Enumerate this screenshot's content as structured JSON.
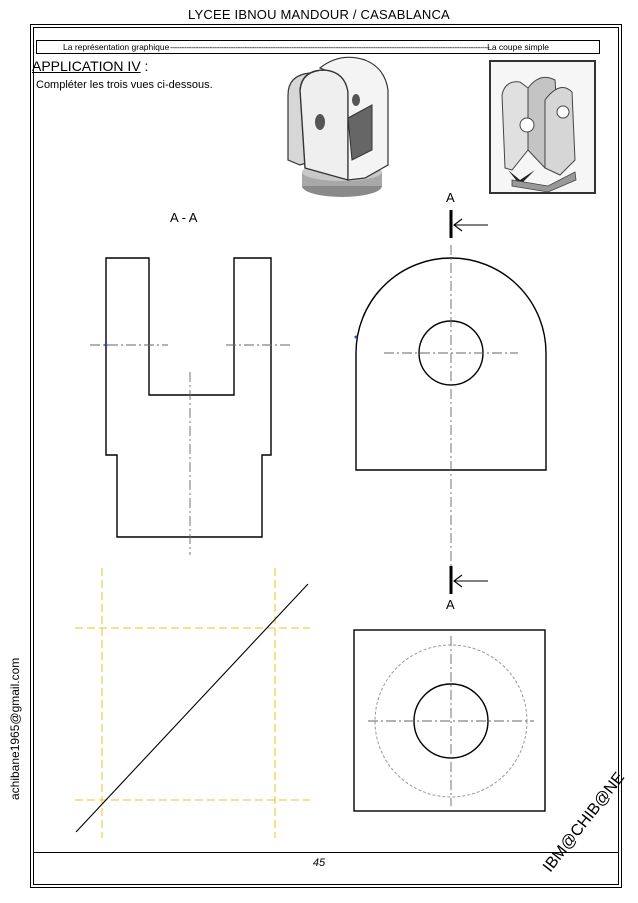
{
  "header": {
    "school": "LYCEE IBNOU MANDOUR / CASABLANCA",
    "topic_left": "La représentation graphique",
    "topic_dashes": "-----------------------------------------------------------------------------------------------------------------------------------------",
    "topic_right": "La coupe simple"
  },
  "exercise": {
    "title": "APPLICATION IV",
    "title_suffix": " :",
    "instruction": "Compléter les trois vues ci-dessous."
  },
  "drawing": {
    "section_view_label": "A - A",
    "cut_mark_top": "A",
    "cut_mark_bottom": "A"
  },
  "footer": {
    "email": "achibane1965@gmail.com",
    "signature": "IBM@CHIB@NE",
    "page_number": "45"
  },
  "colors": {
    "construction_line": "#f0c020",
    "axis_line": "#666666",
    "hidden_circle": "#999999"
  }
}
